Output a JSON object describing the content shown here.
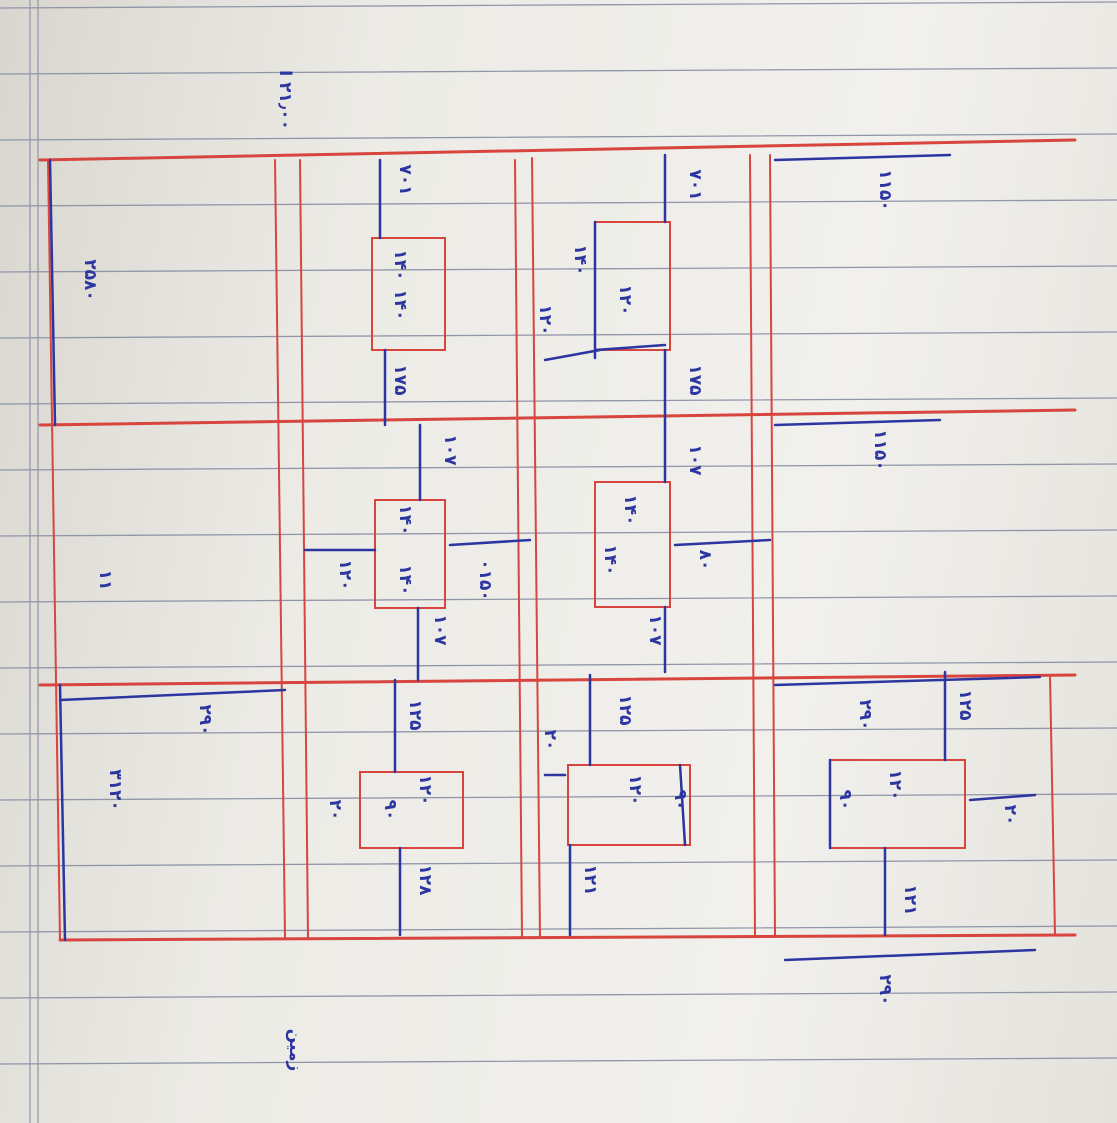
{
  "sheet": {
    "ink_colors": {
      "grid": "#d8453f",
      "dimension": "#2c35a0",
      "rule": "#8f96a8"
    },
    "labels": [
      "۱۱۵۰",
      "۱۱۵۰",
      "۲۹۰",
      "۲۹۰",
      "۷۰۱",
      "۱۲۰",
      "۱۴۰",
      "۱۲۰",
      "۱۷۵",
      "۱۰۷",
      "۱۴۰",
      "۱۴۰",
      "۸۰",
      "۱۰۷",
      "۱۲۵",
      "۱۲۰",
      "۹۰",
      "۲۰",
      "۱۲۱",
      "۱۲۵",
      "۱۲۰",
      "۹۰",
      "۲۰",
      "۱۲۸",
      "۷۰۱",
      "۱۴۰",
      "۱۴۰",
      "۱۷۵",
      "۱۰۷",
      "۱۴۰",
      "۱۴۰",
      "۱۲۰",
      "۰۱۵۰",
      "۱۰۷",
      "۲۵۸۰",
      "۲۹۰",
      "۳۱۲۰",
      "I ۲۱٫۰۰",
      "۱۱",
      "زمین",
      "۱۲۵",
      "۱۲۰",
      "۹۰",
      "۲۰",
      "۱۲۱"
    ]
  }
}
